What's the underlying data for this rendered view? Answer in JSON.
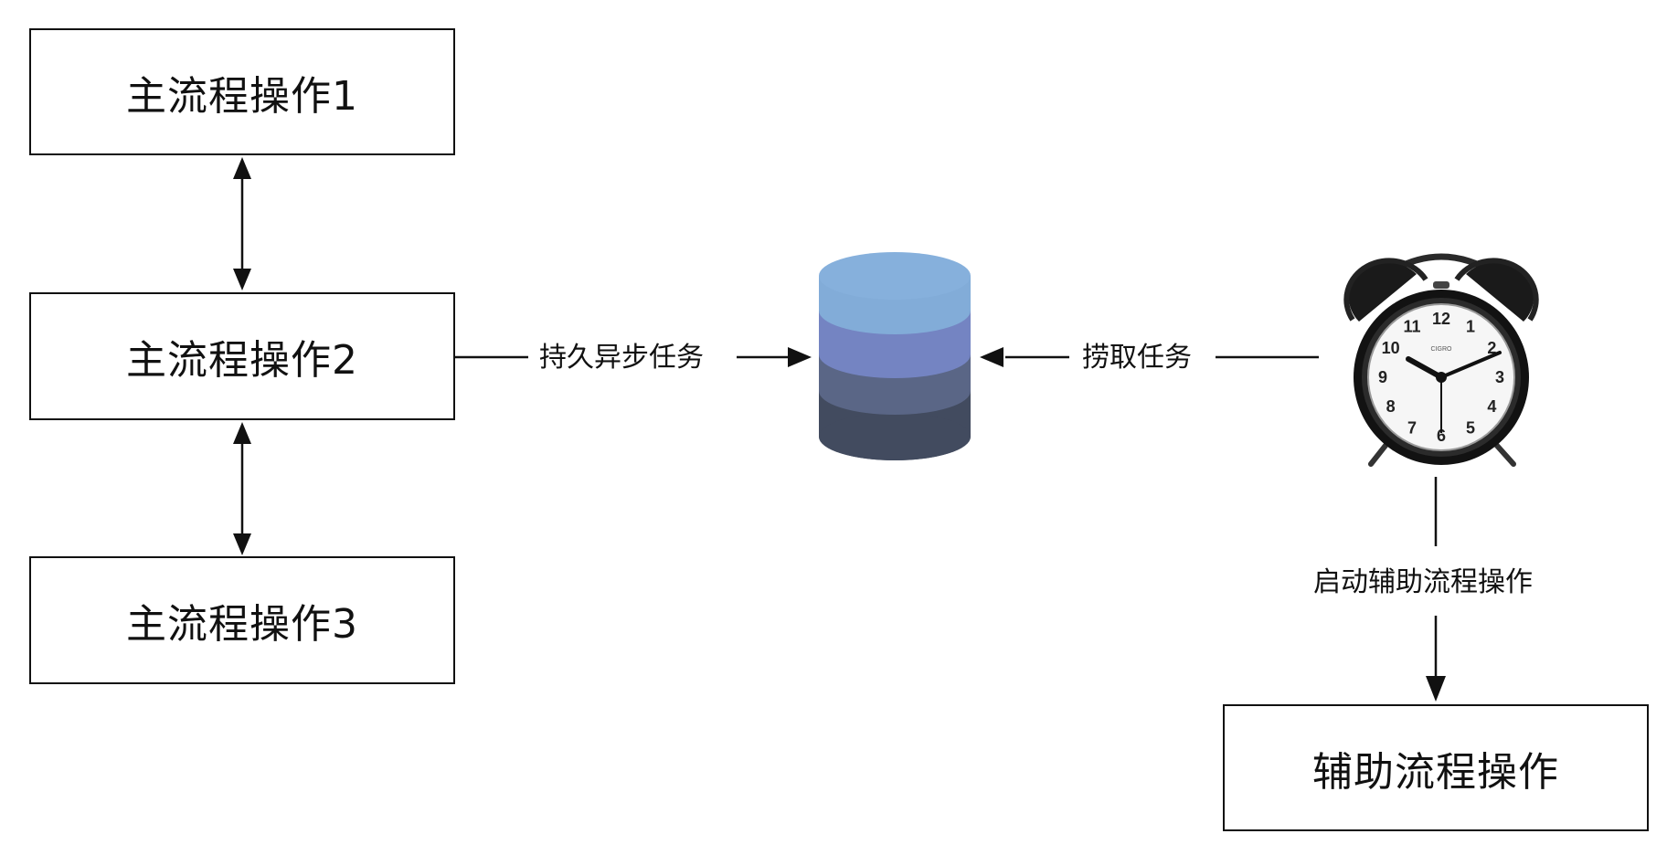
{
  "boxes": {
    "main_1": "主流程操作1",
    "main_2": "主流程操作2",
    "main_3": "主流程操作3",
    "aux": "辅助流程操作"
  },
  "edges": {
    "persist_label": "持久异步任务",
    "fetch_label": "捞取任务",
    "start_label": "启动辅助流程操作"
  },
  "icons": {
    "database": "database-icon",
    "clock": "alarm-clock-icon"
  },
  "clock": {
    "numerals": [
      "12",
      "1",
      "2",
      "3",
      "4",
      "5",
      "6",
      "7",
      "8",
      "9",
      "10",
      "11"
    ],
    "brand": "CIGRO"
  },
  "colors": {
    "line": "#111111",
    "db_top": "#82acd8",
    "db_layer_1": "#7484c2",
    "db_layer_2": "#5a6686",
    "db_layer_3": "#424b5f"
  }
}
